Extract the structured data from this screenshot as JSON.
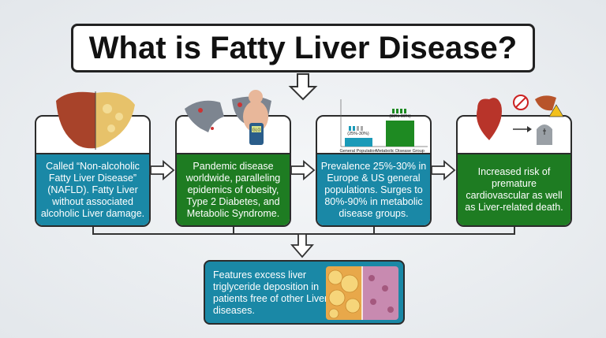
{
  "title": "What is Fatty Liver Disease?",
  "cards": [
    {
      "text": "Called “Non-alcoholic Fatty Liver Disease” (NAFLD). Fatty Liver without associated alcoholic Liver damage.",
      "color": "#1a88a6"
    },
    {
      "text": "Pandemic disease worldwide, paralleling epidemics of obesity, Type 2 Diabetes, and Metabolic Syndrome.",
      "color": "#1e7c22",
      "meter": "GLO"
    },
    {
      "text": "Prevalence 25%-30% in Europe & US general populations. Surges to 80%-90% in metabolic disease groups.",
      "color": "#1a88a6",
      "chart": {
        "bars": [
          {
            "label": "General Population",
            "value_label": "(25%-30%)",
            "value": 27.5
          },
          {
            "label": "Metabolic Disease Group",
            "value_label": "(80%-90%)",
            "value": 85
          }
        ]
      }
    },
    {
      "text": "Increased risk of premature cardiovascular as well as Liver-related death.",
      "color": "#1e7c22"
    }
  ],
  "bottom": {
    "text": "Features excess liver triglyceride deposition in patients free of other Liver diseases."
  }
}
